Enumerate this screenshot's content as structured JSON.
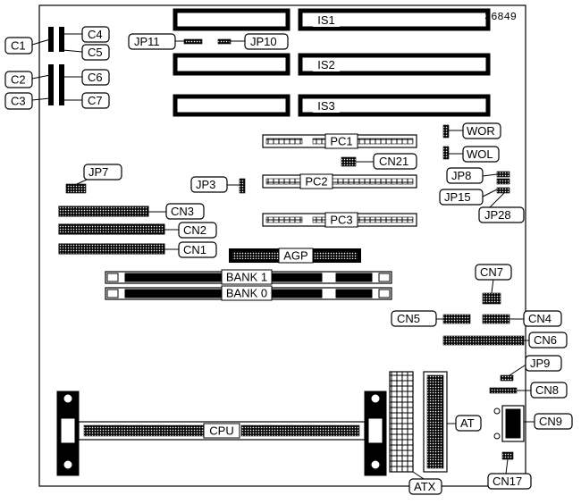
{
  "diagram_number": "36849",
  "labels": {
    "c1": "C1",
    "c2": "C2",
    "c3": "C3",
    "c4": "C4",
    "c5": "C5",
    "c6": "C6",
    "c7": "C7",
    "jp11": "JP11",
    "jp10": "JP10",
    "is1": "IS1",
    "is2": "IS2",
    "is3": "IS3",
    "wor": "WOR",
    "wol": "WOL",
    "pc1": "PC1",
    "pc2": "PC2",
    "pc3": "PC3",
    "cn21": "CN21",
    "jp8": "JP8",
    "jp15": "JP15",
    "jp28": "JP28",
    "jp7": "JP7",
    "jp3": "JP3",
    "cn3": "CN3",
    "cn2": "CN2",
    "cn1": "CN1",
    "agp": "AGP",
    "bank1": "BANK 1",
    "bank0": "BANK 0",
    "cn7": "CN7",
    "cn5": "CN5",
    "cn4": "CN4",
    "cn6": "CN6",
    "jp9": "JP9",
    "cn8": "CN8",
    "cn9": "CN9",
    "at": "AT",
    "atx": "ATX",
    "cpu": "CPU",
    "cn17": "CN17"
  }
}
